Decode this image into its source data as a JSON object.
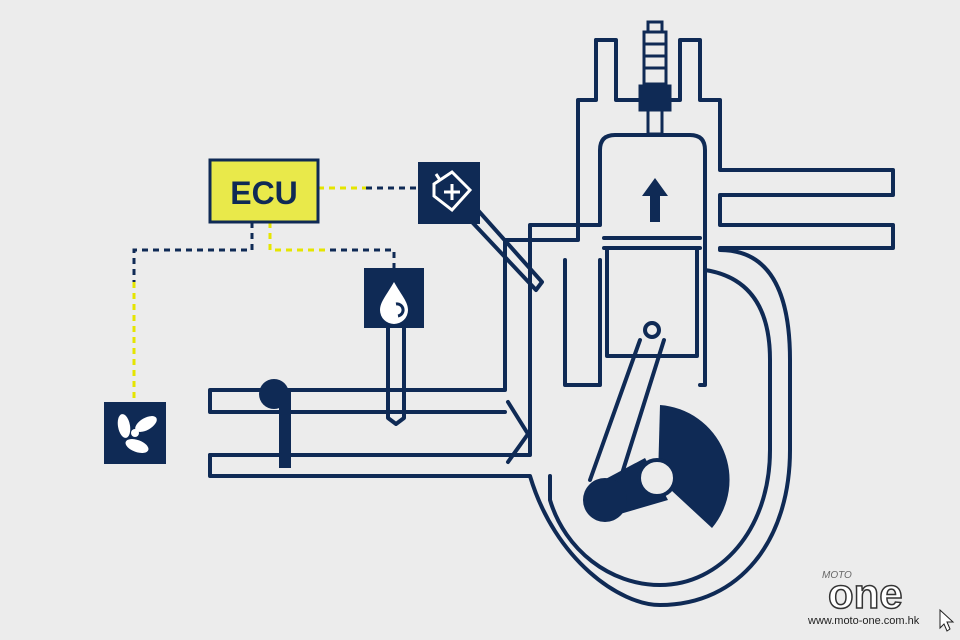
{
  "diagram": {
    "ecu_label": "ECU",
    "sensor_icon": "fan-icon",
    "injector_icon": "fuel-drop-icon",
    "oil_pump_icon": "oil-can-icon",
    "piston_direction": "up"
  },
  "watermark": {
    "small_text": "MOTO",
    "brand": "one",
    "url": "www.moto-one.com.hk"
  },
  "colors": {
    "background": "#ececec",
    "line": "#0f2a55",
    "ecu_fill": "#e9e94a",
    "signal_dash": "#e5e500"
  }
}
